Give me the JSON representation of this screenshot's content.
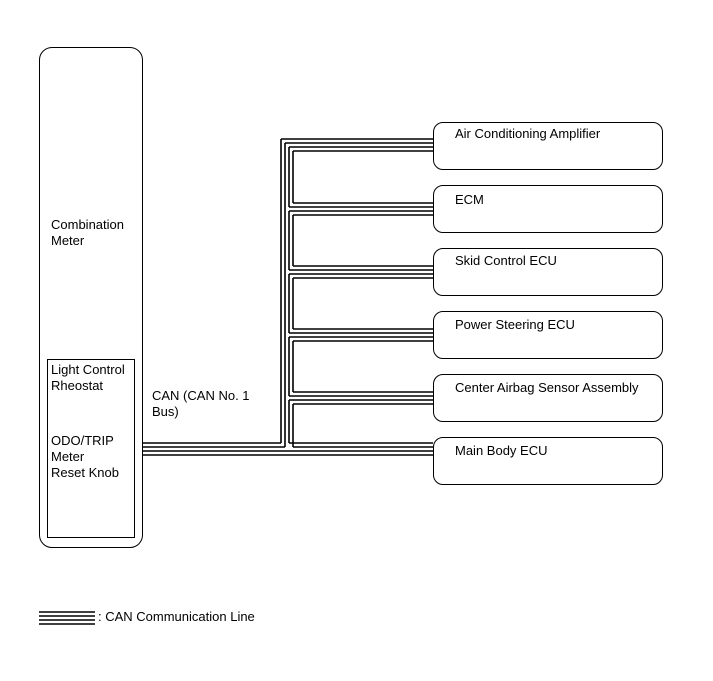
{
  "combination_meter": {
    "label": "Combination\nMeter",
    "light_control_label": "Light Control\nRheostat",
    "odo_trip_label": "ODO/TRIP\nMeter\nReset Knob"
  },
  "bus_label": "CAN (CAN No. 1\nBus)",
  "ecus": [
    {
      "label": "Air Conditioning Amplifier"
    },
    {
      "label": "ECM"
    },
    {
      "label": "Skid Control ECU"
    },
    {
      "label": "Power Steering ECU"
    },
    {
      "label": "Center Airbag Sensor Assembly"
    },
    {
      "label": "Main Body ECU"
    }
  ],
  "legend": {
    "label": ": CAN Communication Line"
  }
}
